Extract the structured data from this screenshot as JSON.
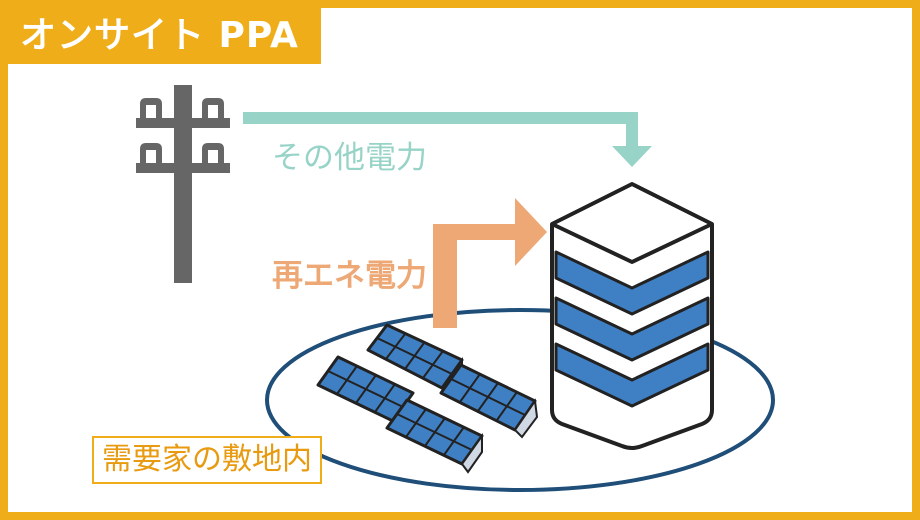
{
  "title": "オンサイト PPA",
  "labels": {
    "grid_power": "その他電力",
    "renewable_power": "再エネ電力",
    "site": "需要家の敷地内"
  },
  "colors": {
    "frame": "#f0ad1a",
    "grid_arrow": "#97d3c7",
    "renewable_arrow": "#eda875",
    "site_outline": "#1f4e79",
    "panel": "#3f80c5",
    "building_band": "#3f80c5",
    "pole": "#666666"
  },
  "icons": [
    "utility-pole-icon",
    "solar-panel-icon",
    "building-icon"
  ]
}
